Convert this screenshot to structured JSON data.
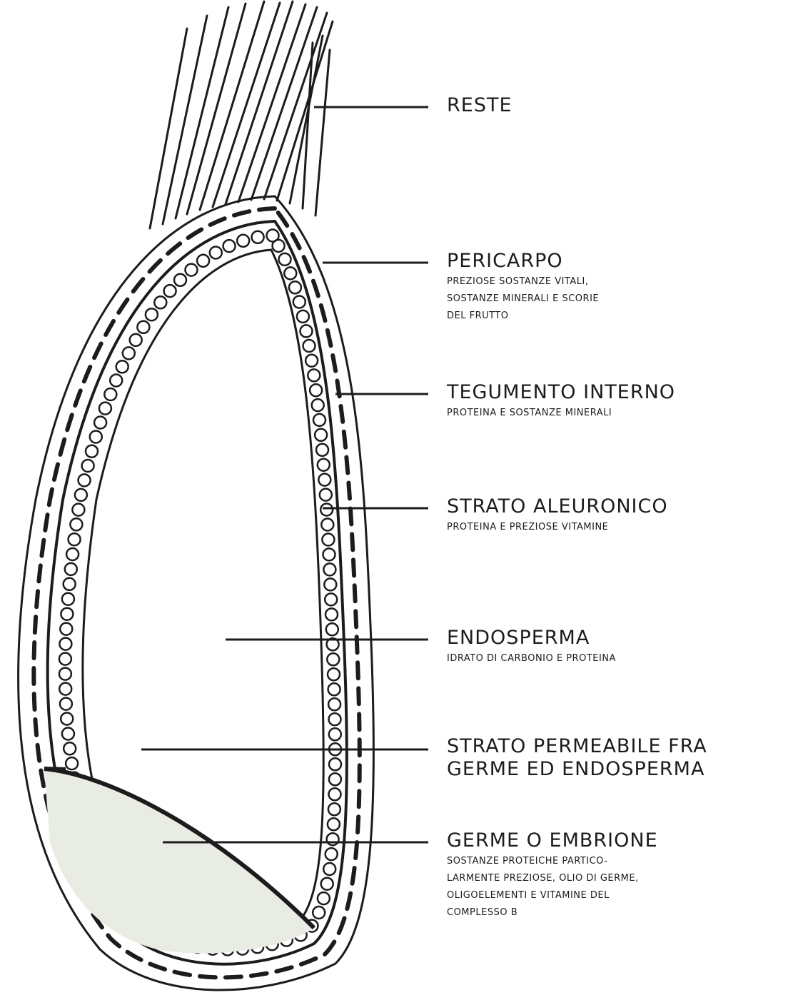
{
  "labels": [
    {
      "id": "reste",
      "title": "RESTE",
      "desc": []
    },
    {
      "id": "pericarpo",
      "title": "PERICARPO",
      "desc": [
        "PREZIOSE SOSTANZE VITALI,",
        "SOSTANZE MINERALI E SCORIE",
        "DEL FRUTTO"
      ]
    },
    {
      "id": "tegumento",
      "title": "TEGUMENTO  INTERNO",
      "desc": [
        "PROTEINA E SOSTANZE MINERALI"
      ]
    },
    {
      "id": "strato-aleuronico",
      "title": "STRATO  ALEURONICO",
      "desc": [
        "PROTEINA E PREZIOSE VITAMINE"
      ]
    },
    {
      "id": "endosperma",
      "title": "ENDOSPERMA",
      "desc": [
        "IDRATO DI CARBONIO E PROTEINA"
      ]
    },
    {
      "id": "strato-permeabile",
      "title": "STRATO PERMEABILE FRA",
      "title2": "GERME ED ENDOSPERMA",
      "desc": []
    },
    {
      "id": "germe",
      "title": "GERME O EMBRIONE",
      "desc": [
        "SOSTANZE PROTEICHE PARTICO-",
        "LARMENTE PREZIOSE, OLIO DI GERME,",
        "OLIGOELEMENTI E VITAMINE DEL",
        "COMPLESSO B"
      ]
    }
  ],
  "colors": {
    "ink": "#1c1c1c",
    "germ_fill": "#e9ece3",
    "paper": "#ffffff"
  }
}
